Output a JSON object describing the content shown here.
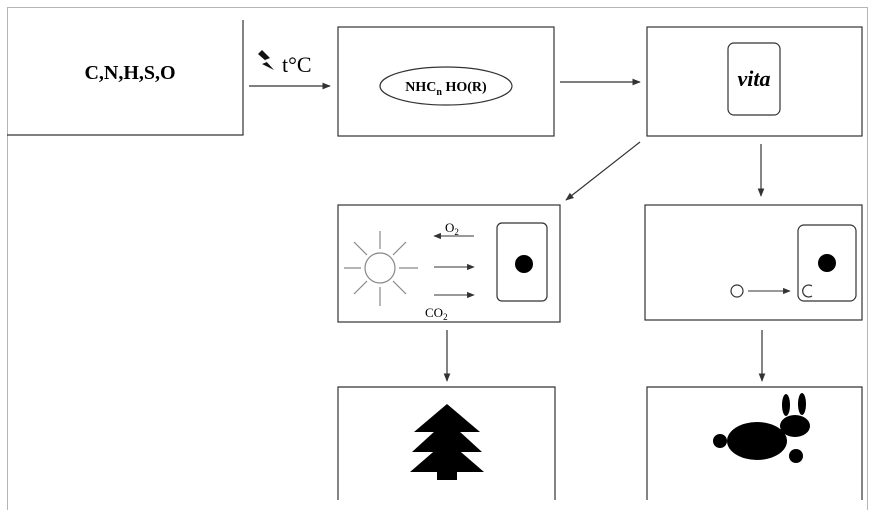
{
  "diagram": {
    "elements_label": "C,N,H,S,O",
    "energy_label": "t°C",
    "molecule_label": "NHC",
    "molecule_subscript": "n",
    "molecule_label_tail": "HO(R)",
    "vita_label": "vita",
    "o2_label": "O",
    "o2_subscript": "2",
    "co2_label": "CO",
    "co2_subscript": "2",
    "icons": [
      "lightning-icon",
      "sun-icon",
      "cell-icon",
      "nucleus-icon",
      "tree-icon",
      "rabbit-icon"
    ]
  }
}
